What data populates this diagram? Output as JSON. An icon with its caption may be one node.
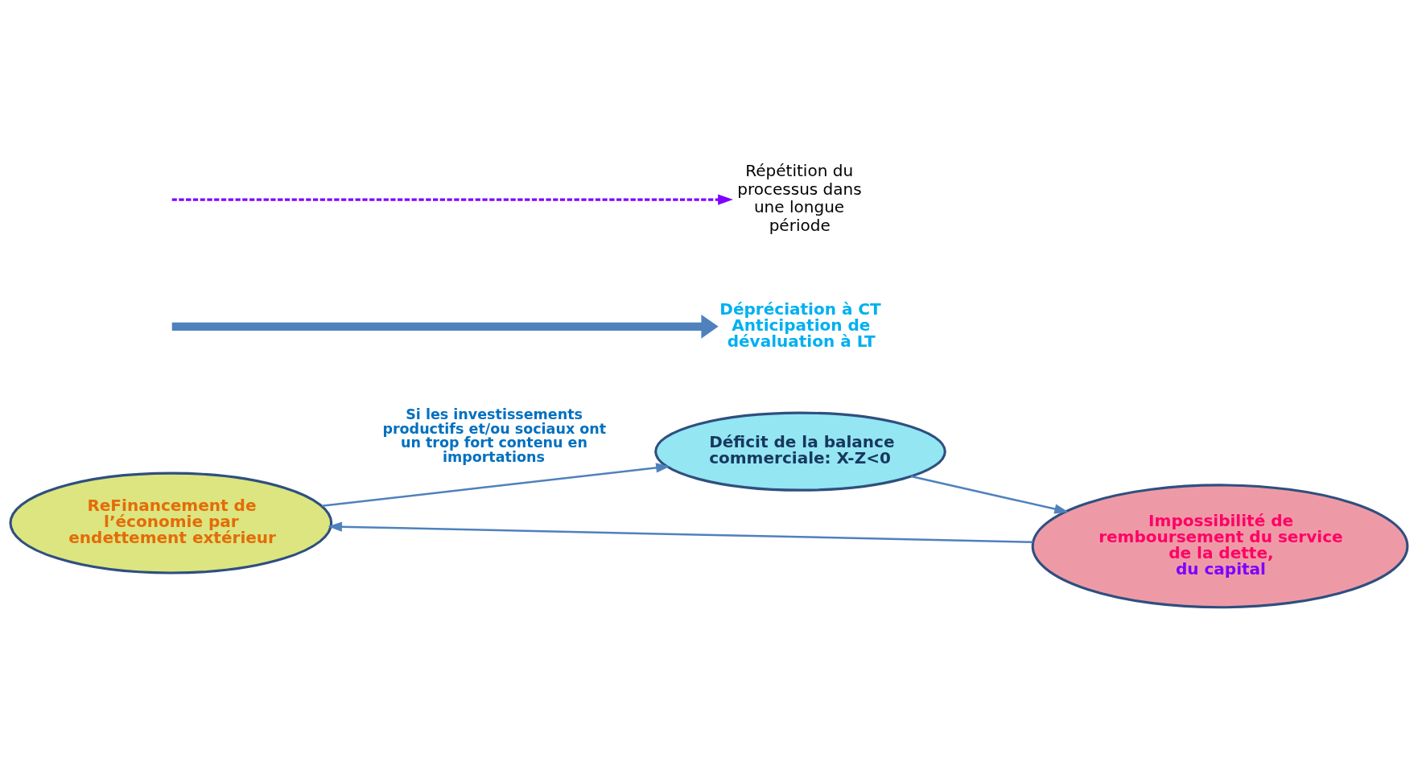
{
  "diagram": {
    "nodes": [
      {
        "text": [
          "ReFinancement de l’économie par endettement extérieur"
        ]
      },
      {
        "text": [
          "Déficit de la balance commerciale: X-Z<0"
        ]
      },
      {
        "text": [
          "Impossibilité de remboursement du service de la dette,",
          "du capital"
        ]
      },
      {
        "text": [
          "Dépréciation à CT",
          "Anticipation de dévaluation à LT"
        ]
      },
      {
        "text": [
          "Répétition du processus dans une longue période"
        ]
      }
    ],
    "edges": [
      {
        "from": 0,
        "to": 1,
        "arrow": "to",
        "label": "Si les investissements productifs et/ou sociaux ont un trop fort contenu en importations"
      },
      {
        "from": 1,
        "to": 2,
        "arrow": "to"
      },
      {
        "from": 2,
        "to": 0,
        "arrow": "to"
      },
      {
        "from": null,
        "to": 3,
        "arrow": "to",
        "style": "thick"
      },
      {
        "from": null,
        "to": 4,
        "arrow": "to",
        "style": "dashed",
        "color": "#7f00ff"
      }
    ]
  }
}
